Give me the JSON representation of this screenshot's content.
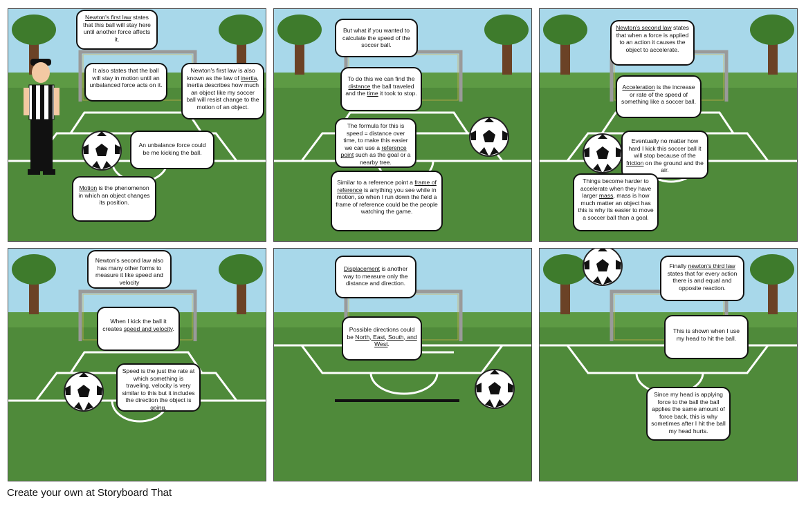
{
  "footer": "Create your own at Storyboard That",
  "panels": [
    {
      "bubbles": [
        {
          "segments": [
            {
              "t": "Newton's first law",
              "u": true
            },
            {
              "t": " states that this ball will stay here until another force affects it."
            }
          ]
        },
        {
          "segments": [
            {
              "t": "It also states that the ball will stay in motion until an unbalanced force acts on it."
            }
          ]
        },
        {
          "segments": [
            {
              "t": "Newton's first law is also known as the law of "
            },
            {
              "t": "inertia",
              "u": true
            },
            {
              "t": ", inertia describes how much an object like my soccer ball will resist change to the motion of an object."
            }
          ]
        },
        {
          "segments": [
            {
              "t": "An unbalance force could be me kicking the ball."
            }
          ]
        },
        {
          "segments": [
            {
              "t": "Motion",
              "u": true
            },
            {
              "t": " is the phenomenon in which an object changes its position."
            }
          ]
        }
      ]
    },
    {
      "bubbles": [
        {
          "segments": [
            {
              "t": "But what if you wanted to calculate the speed of the soccer ball."
            }
          ]
        },
        {
          "segments": [
            {
              "t": "To do this we can find the "
            },
            {
              "t": "distance",
              "u": true
            },
            {
              "t": " the ball traveled and the "
            },
            {
              "t": "time",
              "u": true
            },
            {
              "t": " it took to stop."
            }
          ]
        },
        {
          "segments": [
            {
              "t": "The formula for this is speed = distance over time, to make this easier we can use a "
            },
            {
              "t": "reference point",
              "u": true
            },
            {
              "t": " such as the goal or a nearby tree."
            }
          ]
        },
        {
          "segments": [
            {
              "t": "Similar to a reference point a "
            },
            {
              "t": "frame of reference",
              "u": true
            },
            {
              "t": " is anything you see while in motion, so when I run down the field a frame of reference could be the people watching the game."
            }
          ]
        }
      ]
    },
    {
      "bubbles": [
        {
          "segments": [
            {
              "t": "Newton's second law",
              "u": true
            },
            {
              "t": " states that when a force is applied to an action it causes the object to accelerate."
            }
          ]
        },
        {
          "segments": [
            {
              "t": "Acceleration",
              "u": true
            },
            {
              "t": " is the increase or rate of the speed of something like a soccer ball."
            }
          ]
        },
        {
          "segments": [
            {
              "t": "Eventually no matter how hard I kick this soccer ball it will stop because of the "
            },
            {
              "t": "friction",
              "u": true
            },
            {
              "t": " on the ground and the air."
            }
          ]
        },
        {
          "segments": [
            {
              "t": "Things become harder to accelerate when they have larger "
            },
            {
              "t": "mass",
              "u": true
            },
            {
              "t": ", mass is how much matter an object has this is why its easier to move a soccer ball than a goal."
            }
          ]
        }
      ]
    },
    {
      "bubbles": [
        {
          "segments": [
            {
              "t": "Newton's second law also has many other forms to measure it like speed and velocity"
            }
          ]
        },
        {
          "segments": [
            {
              "t": "When I kick the ball it creates "
            },
            {
              "t": "speed and velocity",
              "u": true
            },
            {
              "t": "."
            }
          ]
        },
        {
          "segments": [
            {
              "t": "Speed is the just the rate at which something is traveling, velocity is very similar to this but it includes the direction the object is going."
            }
          ]
        }
      ]
    },
    {
      "bubbles": [
        {
          "segments": [
            {
              "t": "Displacement",
              "u": true
            },
            {
              "t": " is another way to measure only the distance and direction."
            }
          ]
        },
        {
          "segments": [
            {
              "t": "Possible directions could be "
            },
            {
              "t": "North, East, South, and West",
              "u": true
            },
            {
              "t": "."
            }
          ]
        }
      ]
    },
    {
      "bubbles": [
        {
          "segments": [
            {
              "t": "Finally "
            },
            {
              "t": "newton's third law",
              "u": true
            },
            {
              "t": " states that for every action there is and equal and opposite reaction."
            }
          ]
        },
        {
          "segments": [
            {
              "t": "This is shown when I use my head to hit the ball."
            }
          ]
        },
        {
          "segments": [
            {
              "t": "Since my head is applying force to the ball the ball applies the same amount of force back, this is why sometimes after I hit the ball my head hurts."
            }
          ]
        }
      ]
    }
  ]
}
